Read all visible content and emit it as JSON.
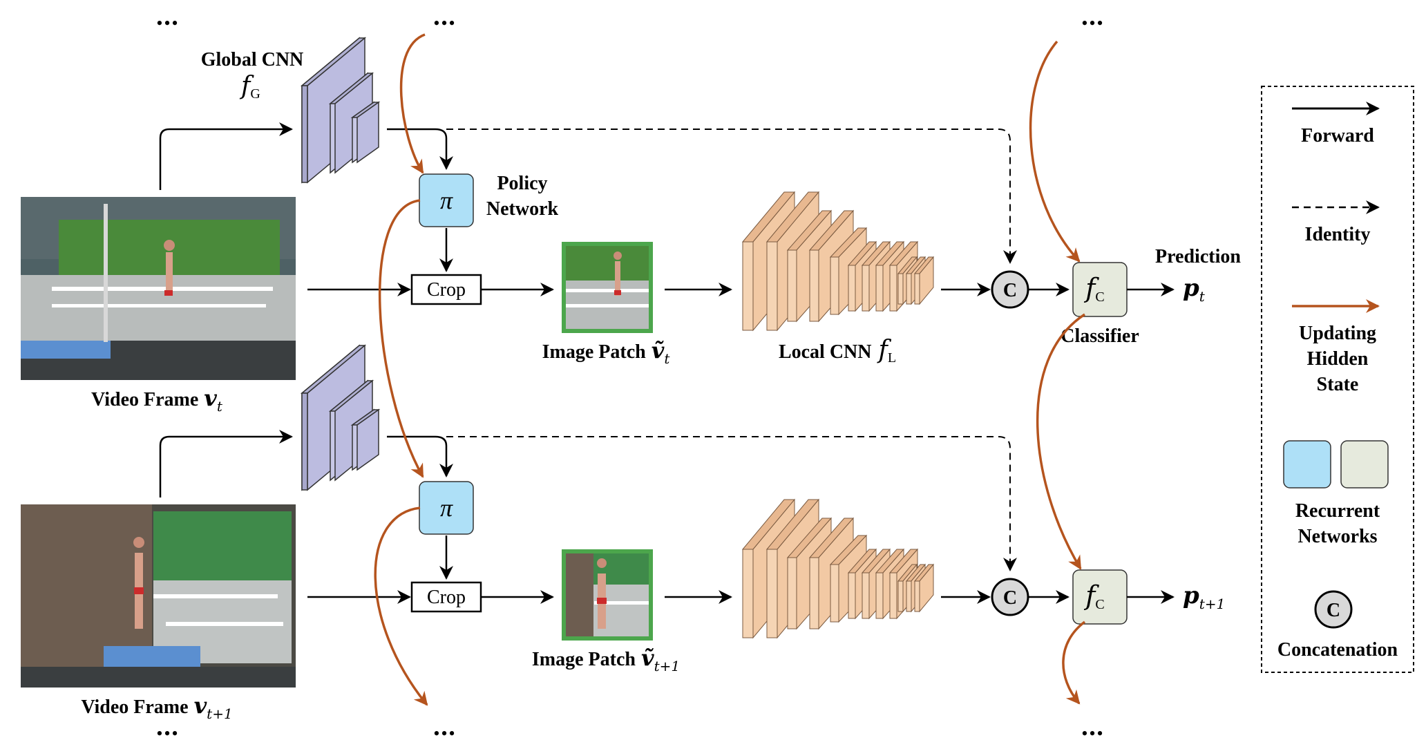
{
  "ellipsis": "•••",
  "labels": {
    "global_cnn": "Global CNN",
    "global_cnn_sym": "f",
    "global_cnn_sub": "G",
    "policy_network_line1": "Policy",
    "policy_network_line2": "Network",
    "pi": "π",
    "crop": "Crop",
    "image_patch_t": "Image Patch",
    "image_patch_t_sym": "ṽ",
    "image_patch_t_sub": "t",
    "image_patch_t1": "Image Patch",
    "image_patch_t1_sym": "ṽ",
    "image_patch_t1_sub": "t+1",
    "local_cnn": "Local CNN",
    "local_cnn_sym": "f",
    "local_cnn_sub": "L",
    "concat_symbol": "C",
    "classifier_sym": "f",
    "classifier_sub": "C",
    "classifier": "Classifier",
    "prediction": "Prediction",
    "pred_t_sym": "p",
    "pred_t_sub": "t",
    "pred_t1_sym": "p",
    "pred_t1_sub": "t+1",
    "video_frame_t": "Video Frame",
    "video_frame_t_sym": "v",
    "video_frame_t_sub": "t",
    "video_frame_t1": "Video Frame",
    "video_frame_t1_sym": "v",
    "video_frame_t1_sub": "t+1"
  },
  "legend": {
    "forward": "Forward",
    "identity": "Identity",
    "updating_line1": "Updating",
    "updating_line2": "Hidden",
    "updating_line3": "State",
    "recurrent_line1": "Recurrent",
    "recurrent_line2": "Networks",
    "concat_symbol": "C",
    "concatenation": "Concatenation"
  },
  "colors": {
    "forward_arrow": "#000000",
    "identity_arrow": "#000000",
    "hidden_state_arrow": "#b5541e",
    "policy_fill": "#aee0f7",
    "classifier_fill": "#e6eadd",
    "global_cnn_fill": "#c8c8e6",
    "local_cnn_fill": "#f2c9a4",
    "patch_border": "#4ca64c",
    "concat_fill": "#d9d9d9"
  }
}
